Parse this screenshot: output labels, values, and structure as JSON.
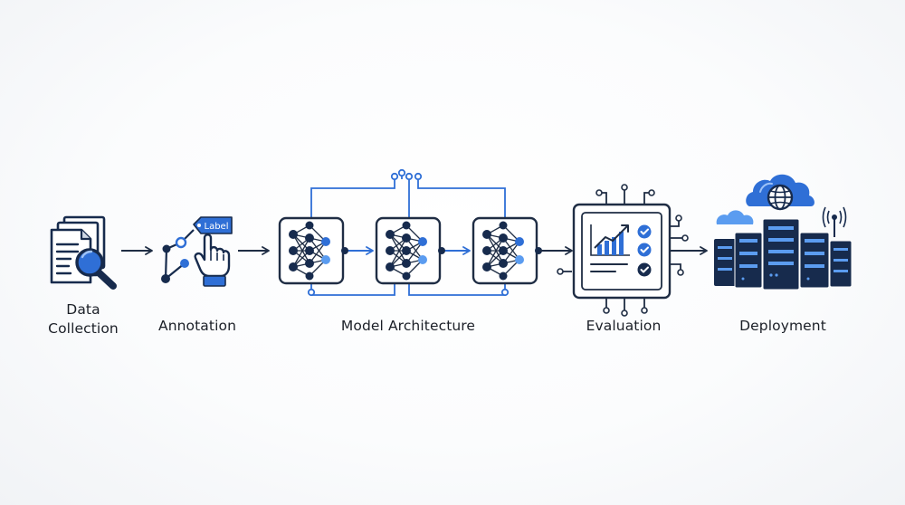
{
  "stages": [
    {
      "id": "data-collection",
      "label_lines": [
        "Data",
        "Collection"
      ]
    },
    {
      "id": "annotation",
      "label_lines": [
        "Annotation"
      ]
    },
    {
      "id": "model-architecture",
      "label_lines": [
        "Model Architecture"
      ]
    },
    {
      "id": "evaluation",
      "label_lines": [
        "Evaluation"
      ]
    },
    {
      "id": "deployment",
      "label_lines": [
        "Deployment"
      ]
    }
  ],
  "annotation_tag": "Label",
  "colors": {
    "navy": "#172b4d",
    "blue": "#2f6fd6",
    "light_blue": "#5b9cf0",
    "line": "#1f2d44",
    "background": "#ffffff"
  },
  "icons": [
    "documents-magnifier-icon",
    "label-tag-hand-icon",
    "neural-network-icon",
    "chart-checklist-icon",
    "cloud-server-icon"
  ]
}
